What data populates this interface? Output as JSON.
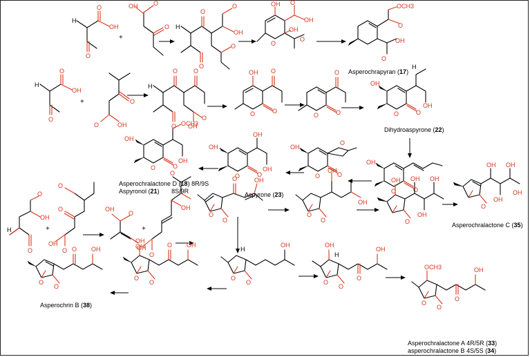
{
  "compounds": {
    "asperochrapyran": {
      "name": "Asperochrapyran",
      "num": "17"
    },
    "dihydroaspyrone": {
      "name": "Dihydroaspyrone",
      "num": "22"
    },
    "asperochralactone_d": {
      "name": "Asperochralactone D",
      "num": "18",
      "config": "8R/9S"
    },
    "aspyronol": {
      "name": "Aspyronol",
      "num": "21",
      "config": "8S/9R"
    },
    "aspyrone": {
      "name": "Aspyrone",
      "num": "23"
    },
    "asperochralactone_c": {
      "name": "Asperochralactone C",
      "num": "35"
    },
    "asperochrin_b": {
      "name": "Asperochrin B",
      "num": "38"
    },
    "asperochralactone_a": {
      "name": "Asperochralactone A",
      "config": "4R/5R",
      "num": "33"
    },
    "asperochralactone_b": {
      "name": "asperochralactone B",
      "config": "4S/5S",
      "num": "34"
    }
  },
  "atoms": {
    "oh": "OH",
    "o": "O",
    "h": "H",
    "och3": "OCH3",
    "ome": "OCH3",
    "plus": "+"
  }
}
